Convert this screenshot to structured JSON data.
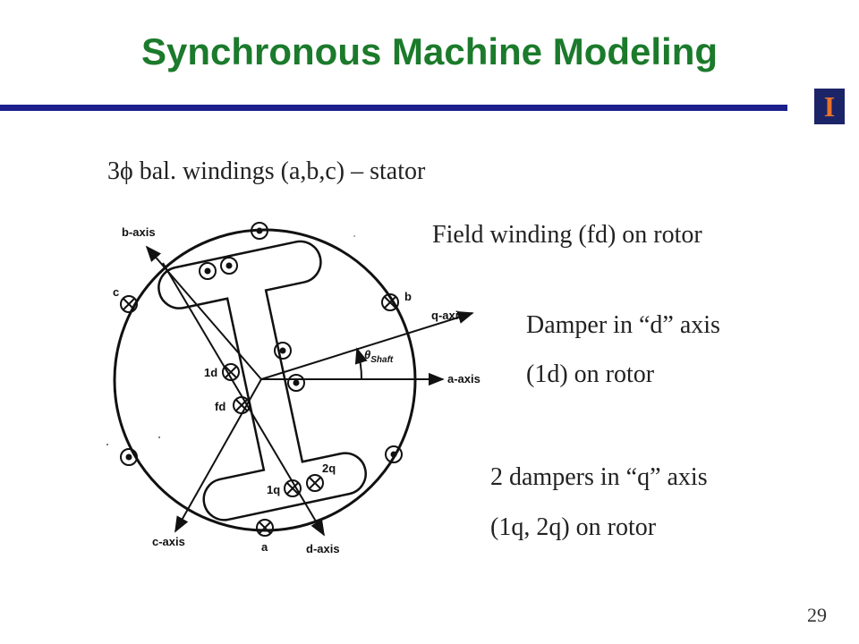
{
  "slide": {
    "title": "Synchronous Machine Modeling",
    "logo_letter": "I",
    "page_number": "29"
  },
  "texts": {
    "stator": "3ϕ bal. windings (a,b,c) – stator",
    "field": "Field winding (fd) on rotor",
    "damper_d_1": "Damper in “d” axis",
    "damper_d_2": "(1d) on rotor",
    "damper_q_1": "2 dampers in “q” axis",
    "damper_q_2": "(1q, 2q) on rotor"
  },
  "diagram": {
    "axes": {
      "b": "b-axis",
      "q": "q-axis",
      "a": "a-axis",
      "c": "c-axis",
      "d": "d-axis"
    },
    "windings": {
      "a": "a",
      "b": "b",
      "c": "c",
      "fd": "fd",
      "d1": "1d",
      "q1": "1q",
      "q2": "2q"
    },
    "theta": "θ",
    "theta_sub": "Shaft"
  },
  "colors": {
    "title": "#1b7a2b",
    "rule": "#1c1f8c",
    "logo_bg": "#1c2468",
    "logo_fg": "#e8732a"
  }
}
